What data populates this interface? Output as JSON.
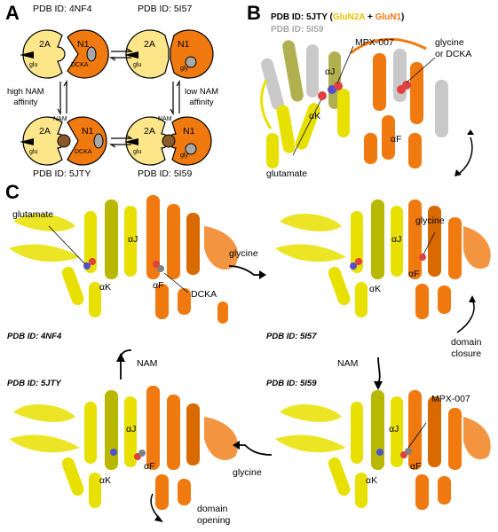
{
  "panel_a": {
    "letter": "A",
    "states": [
      {
        "pdb": "PDB ID: 4NF4",
        "left_label": "2A",
        "right_label": "N1",
        "left_ligand": "glu",
        "right_ligand": "DCKA"
      },
      {
        "pdb": "PDB ID: 5I57",
        "left_label": "2A",
        "right_label": "N1",
        "left_ligand": "glu",
        "right_ligand": "gly"
      },
      {
        "pdb": "PDB ID: 5JTY",
        "left_label": "2A",
        "right_label": "N1",
        "left_ligand": "glu",
        "right_ligand": "DCKA",
        "nam": "NAM"
      },
      {
        "pdb": "PDB ID: 5I59",
        "left_label": "2A",
        "right_label": "N1",
        "left_ligand": "glu",
        "right_ligand": "gly",
        "nam": "NAM"
      }
    ],
    "left_arrow_label": "high NAM\naffinity",
    "right_arrow_label": "low NAM\naffinity"
  },
  "panel_b": {
    "letter": "B",
    "legend_id": "PDB ID: 5JTY",
    "legend_open": "(",
    "legend_glun2a": "GluN2A",
    "legend_plus": "+",
    "legend_glun1": "GluN1",
    "legend_close": ")",
    "legend_id2": "PDB ID: 5I59",
    "label_mpx": "MPX-007",
    "label_glycine": "glycine\nor DCKA",
    "label_glutamate": "glutamate",
    "label_aj": "αJ",
    "label_ak": "αK",
    "label_af": "αF"
  },
  "panel_c": {
    "letter": "C",
    "tl": {
      "pdb": "PDB ID: 4NF4",
      "glutamate": "glutamate",
      "aj": "αJ",
      "ak": "αK",
      "af": "αF",
      "dcka": "DCKA"
    },
    "tr": {
      "pdb": "PDB ID: 5I57",
      "glycine": "glycine",
      "aj": "αJ",
      "ak": "αK",
      "af": "αF",
      "note": "domain\nclosure"
    },
    "bl": {
      "pdb": "PDB ID: 5JTY",
      "aj": "αJ",
      "ak": "αK",
      "af": "αF",
      "note": "domain\nopening"
    },
    "br": {
      "pdb": "PDB ID: 5I59",
      "mpx": "MPX-007",
      "aj": "αJ",
      "ak": "αK",
      "af": "αF"
    },
    "arrow_glycine_top": "glycine",
    "arrow_nam_right": "NAM",
    "arrow_glycine_bottom": "glycine",
    "arrow_nam_left": "NAM"
  },
  "colors": {
    "glun2a_yellow": "#e8e000",
    "glun2a_light": "#fde58a",
    "glun1_orange": "#f07a10",
    "grey": "#a9a9a9",
    "olive": "#b0b050"
  }
}
